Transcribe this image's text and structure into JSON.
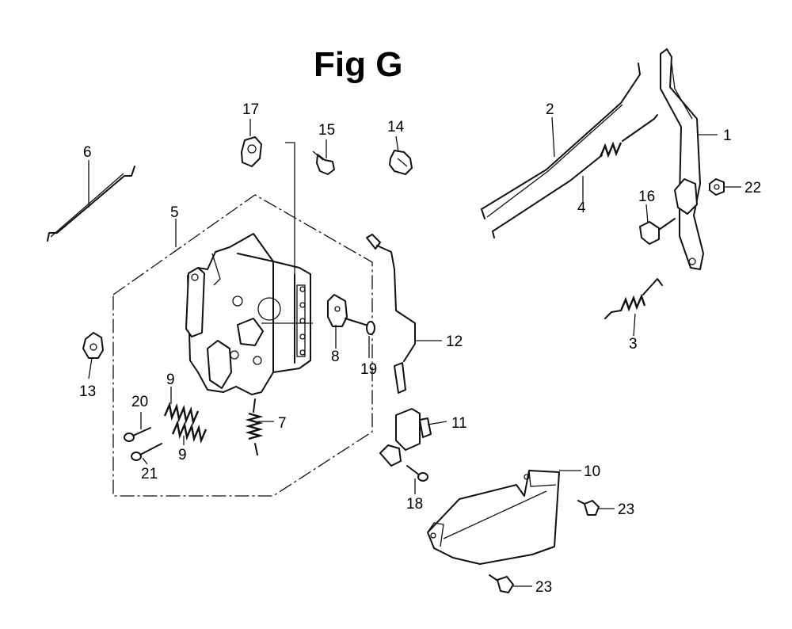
{
  "figure": {
    "title": "Fig G"
  },
  "callouts": {
    "c1": "1",
    "c2": "2",
    "c3": "3",
    "c4": "4",
    "c5": "5",
    "c6": "6",
    "c7": "7",
    "c8": "8",
    "c9a": "9",
    "c9b": "9",
    "c10": "10",
    "c11": "11",
    "c12": "12",
    "c13": "13",
    "c14": "14",
    "c15": "15",
    "c16": "16",
    "c17": "17",
    "c18": "18",
    "c19": "19",
    "c20": "20",
    "c21": "21",
    "c22": "22",
    "c23a": "23",
    "c23b": "23"
  }
}
